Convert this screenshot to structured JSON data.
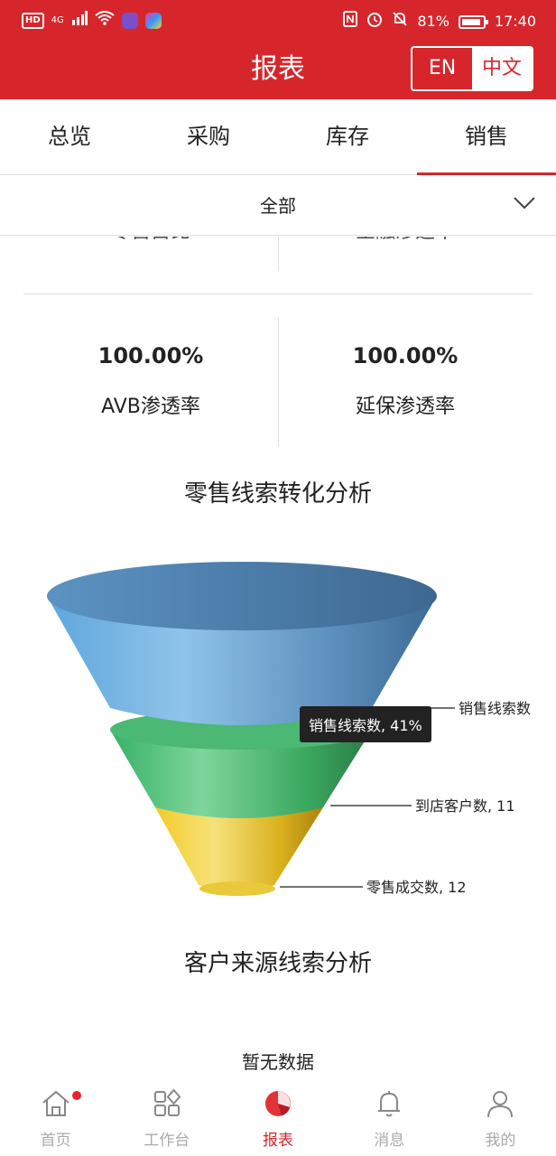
{
  "status_bar": {
    "network": "4G",
    "battery_percent": "81%",
    "time": "17:40",
    "hd_badge": "HD"
  },
  "header": {
    "title": "报表",
    "lang_en": "EN",
    "lang_zh": "中文"
  },
  "tabs": [
    {
      "label": "总览"
    },
    {
      "label": "采购"
    },
    {
      "label": "库存"
    },
    {
      "label": "销售"
    }
  ],
  "filter": {
    "selected": "全部"
  },
  "cut_row": {
    "left": "零售占比",
    "right": "金融渗透率"
  },
  "stats": [
    {
      "value": "100.00%",
      "label": "AVB渗透率"
    },
    {
      "value": "100.00%",
      "label": "延保渗透率"
    }
  ],
  "sections": {
    "funnel_title": "零售线索转化分析",
    "source_title": "客户来源线索分析",
    "no_data": "暂无数据"
  },
  "chart_data": {
    "type": "funnel",
    "stages": [
      {
        "name": "销售线索数",
        "label": "销售线索数",
        "color": "#5b9bd5"
      },
      {
        "name": "到店客户数",
        "label": "到店客户数, 11",
        "value": 11,
        "color": "#3cb371"
      },
      {
        "name": "零售成交数",
        "label": "零售成交数, 12",
        "value": 12,
        "color": "#f0c419"
      }
    ],
    "tooltip": "销售线索数, 41%"
  },
  "bottom_nav": [
    {
      "label": "首页",
      "icon": "home-icon"
    },
    {
      "label": "工作台",
      "icon": "grid-icon"
    },
    {
      "label": "报表",
      "icon": "pie-chart-icon"
    },
    {
      "label": "消息",
      "icon": "bell-icon"
    },
    {
      "label": "我的",
      "icon": "user-icon"
    }
  ]
}
